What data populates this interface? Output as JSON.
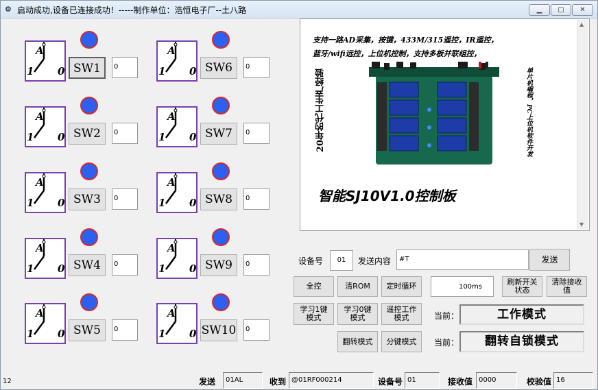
{
  "window": {
    "title": "启动成功,设备已连接成功！-----制作单位：浩恒电子厂--土八路",
    "app_icon": "app-icon"
  },
  "switches": [
    {
      "label": "SW1",
      "value": "0",
      "switch_letters": {
        "top": "A",
        "left": "1",
        "right": "0"
      }
    },
    {
      "label": "SW2",
      "value": "0",
      "switch_letters": {
        "top": "A",
        "left": "1",
        "right": "0"
      }
    },
    {
      "label": "SW3",
      "value": "0",
      "switch_letters": {
        "top": "A",
        "left": "1",
        "right": "0"
      }
    },
    {
      "label": "SW4",
      "value": "0",
      "switch_letters": {
        "top": "A",
        "left": "1",
        "right": "0"
      }
    },
    {
      "label": "SW5",
      "value": "0",
      "switch_letters": {
        "top": "A",
        "left": "1",
        "right": "0"
      }
    },
    {
      "label": "SW6",
      "value": "0",
      "switch_letters": {
        "top": "A",
        "left": "1",
        "right": "0"
      }
    },
    {
      "label": "SW7",
      "value": "0",
      "switch_letters": {
        "top": "A",
        "left": "1",
        "right": "0"
      }
    },
    {
      "label": "SW8",
      "value": "0",
      "switch_letters": {
        "top": "A",
        "left": "1",
        "right": "0"
      }
    },
    {
      "label": "SW9",
      "value": "0",
      "switch_letters": {
        "top": "A",
        "left": "1",
        "right": "0"
      }
    },
    {
      "label": "SW10",
      "value": "0",
      "switch_letters": {
        "top": "A",
        "left": "1",
        "right": "0"
      }
    }
  ],
  "banner": {
    "line1": "支持一路AD采集，按键，433M/315遥控，IR遥控，",
    "line2": "蓝牙/wifi远控，上位机控制，支持多板并联组控，",
    "vertical_left": "20年的代工生产经验",
    "vertical_right": "单片机编程，PC上位机软件开发",
    "title": "智能SJ10V1.0控制板"
  },
  "controls": {
    "device_no_label": "设备号",
    "device_no_value": "01",
    "send_content_label": "发送内容",
    "send_content_value": "#T",
    "send_button": "发送",
    "all_control_button": "全控",
    "clear_rom_button": "清ROM",
    "timer_loop_button": "定时循环",
    "interval_value": "100ms",
    "refresh_switch_button": "刷新开关状态",
    "clear_receive_button": "清除接收值",
    "learn1_button": "学习1键模式",
    "learn0_button": "学习0键模式",
    "remote_work_button": "遥控工作模式",
    "current_label_1": "当前：",
    "current_mode_1": "工作模式",
    "flip_mode_button": "翻转模式",
    "split_key_button": "分键模式",
    "current_label_2": "当前：",
    "current_mode_2": "翻转自锁模式"
  },
  "status": {
    "counter": "12",
    "send_label": "发送",
    "send_value": "01AL",
    "recv_label": "收到",
    "recv_value": "@01RF000214",
    "device_label": "设备号",
    "device_value": "01",
    "recv_val_label": "接收值",
    "recv_val_value": "0000",
    "checksum_label": "校验值",
    "checksum_value": "16"
  }
}
